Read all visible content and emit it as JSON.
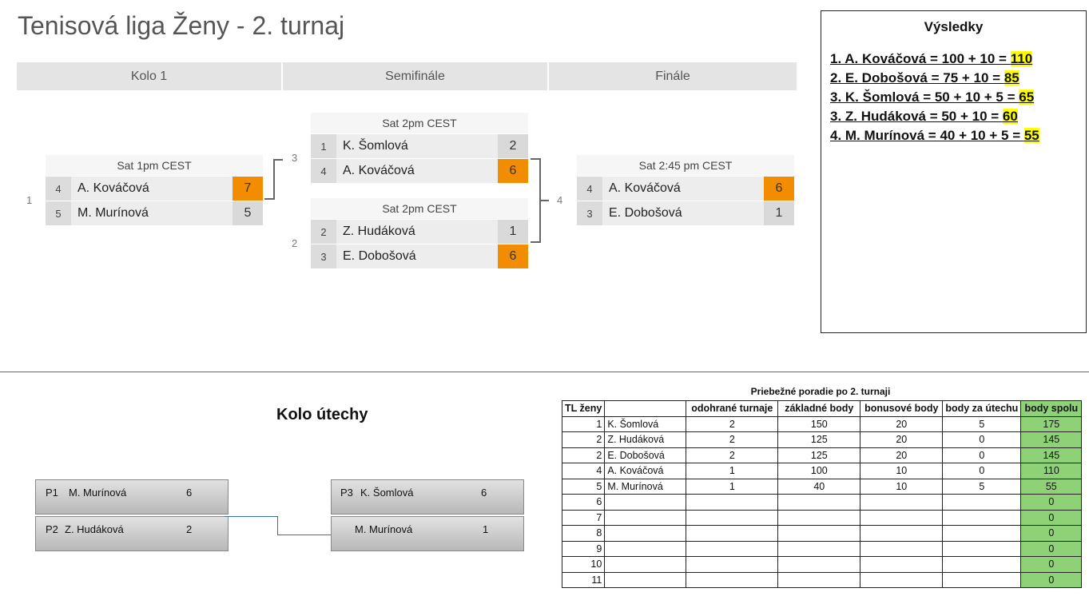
{
  "title": "Tenisová liga Ženy - 2. turnaj",
  "rounds": [
    "Kolo 1",
    "Semifinále",
    "Finále"
  ],
  "matches": {
    "m1": {
      "num": "1",
      "time": "Sat 1pm CEST",
      "p1": {
        "seed": "4",
        "name": "A. Kováčová",
        "score": "7"
      },
      "p2": {
        "seed": "5",
        "name": "M. Murínová",
        "score": "5"
      }
    },
    "m3": {
      "num": "3",
      "time": "Sat 2pm CEST",
      "p1": {
        "seed": "1",
        "name": "K. Šomlová",
        "score": "2"
      },
      "p2": {
        "seed": "4",
        "name": "A. Kováčová",
        "score": "6"
      }
    },
    "m2": {
      "num": "2",
      "time": "Sat 2pm CEST",
      "p1": {
        "seed": "2",
        "name": "Z. Hudáková",
        "score": "1"
      },
      "p2": {
        "seed": "3",
        "name": "E. Dobošová",
        "score": "6"
      }
    },
    "m4": {
      "num": "4",
      "time": "Sat 2:45 pm CEST",
      "p1": {
        "seed": "4",
        "name": "A. Kováčová",
        "score": "6"
      },
      "p2": {
        "seed": "3",
        "name": "E. Dobošová",
        "score": "1"
      }
    }
  },
  "results": {
    "title": "Výsledky",
    "lines": [
      {
        "text": "1. A. Kováčová = 100 + 10 = ",
        "total": "110"
      },
      {
        "text": "2. E. Dobošová = 75 + 10 = ",
        "total": "85"
      },
      {
        "text": "3. K. Šomlová = 50 + 10 + 5 = ",
        "total": "65"
      },
      {
        "text": "3. Z. Hudáková = 50 + 10 = ",
        "total": "60"
      },
      {
        "text": "4. M. Murínová = 40 + 10 + 5 = ",
        "total": "55"
      }
    ]
  },
  "consolation": {
    "title": "Kolo útechy",
    "left": [
      {
        "label": "P1",
        "name": "M. Murínová",
        "score": "6"
      },
      {
        "label": "P2",
        "name": "Z. Hudáková",
        "score": "2"
      }
    ],
    "right": [
      {
        "label": "P3",
        "name": "K. Šomlová",
        "score": "6"
      },
      {
        "label": "",
        "name": "M. Murínová",
        "score": "1"
      }
    ]
  },
  "standings": {
    "caption": "Priebežné poradie po 2. turnaji",
    "headers": [
      "TL ženy",
      "",
      "odohrané turnaje",
      "základné body",
      "bonusové body",
      "body za útechu",
      "body spolu"
    ],
    "rows": [
      [
        "1",
        "K. Šomlová",
        "2",
        "150",
        "20",
        "5",
        "175"
      ],
      [
        "2",
        "Z. Hudáková",
        "2",
        "125",
        "20",
        "0",
        "145"
      ],
      [
        "2",
        "E. Dobošová",
        "2",
        "125",
        "20",
        "0",
        "145"
      ],
      [
        "4",
        "A. Kováčová",
        "1",
        "100",
        "10",
        "0",
        "110"
      ],
      [
        "5",
        "M. Murínová",
        "1",
        "40",
        "10",
        "5",
        "55"
      ],
      [
        "6",
        "",
        "",
        "",
        "",
        "",
        "0"
      ],
      [
        "7",
        "",
        "",
        "",
        "",
        "",
        "0"
      ],
      [
        "8",
        "",
        "",
        "",
        "",
        "",
        "0"
      ],
      [
        "9",
        "",
        "",
        "",
        "",
        "",
        "0"
      ],
      [
        "10",
        "",
        "",
        "",
        "",
        "",
        "0"
      ],
      [
        "11",
        "",
        "",
        "",
        "",
        "",
        "0"
      ]
    ]
  }
}
